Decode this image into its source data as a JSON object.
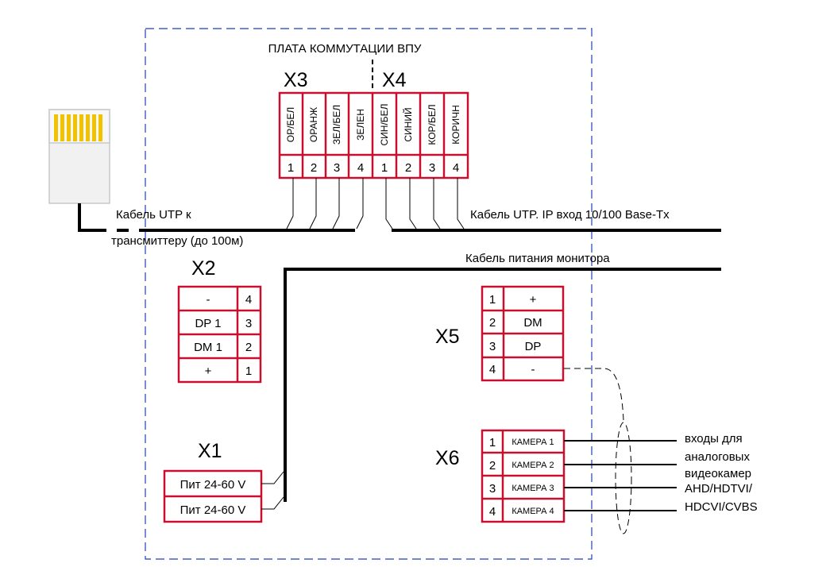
{
  "board_title": "ПЛАТА КОММУТАЦИИ ВПУ",
  "x3": {
    "title": "X3",
    "wires": [
      "ОР/БЕЛ",
      "ОРАНЖ",
      "ЗЕЛ/БЕЛ",
      "ЗЕЛЕН"
    ],
    "pins": [
      "1",
      "2",
      "3",
      "4"
    ]
  },
  "x4": {
    "title": "X4",
    "wires": [
      "СИН/БЕЛ",
      "СИНИЙ",
      "КОР/БЕЛ",
      "КОРИЧН"
    ],
    "pins": [
      "1",
      "2",
      "3",
      "4"
    ]
  },
  "cables": {
    "left_line1": "Кабель UTP к",
    "left_line2": "трансмиттеру (до 100м)",
    "right": "Кабель UTP. IP вход 10/100 Base-Tx",
    "power": "Кабель питания монитора"
  },
  "x2": {
    "title": "X2",
    "rows": [
      {
        "signal": "-",
        "pin": "4"
      },
      {
        "signal": "DP 1",
        "pin": "3"
      },
      {
        "signal": "DM 1",
        "pin": "2"
      },
      {
        "signal": "+",
        "pin": "1"
      }
    ]
  },
  "x1": {
    "title": "X1",
    "rows": [
      "Пит 24-60 V",
      "Пит 24-60 V"
    ]
  },
  "x5": {
    "title": "X5",
    "rows": [
      {
        "pin": "1",
        "signal": "+"
      },
      {
        "pin": "2",
        "signal": "DM"
      },
      {
        "pin": "3",
        "signal": "DP"
      },
      {
        "pin": "4",
        "signal": "-"
      }
    ]
  },
  "x6": {
    "title": "X6",
    "rows": [
      {
        "pin": "1",
        "signal": "КАМЕРА 1"
      },
      {
        "pin": "2",
        "signal": "КАМЕРА 2"
      },
      {
        "pin": "3",
        "signal": "КАМЕРА 3"
      },
      {
        "pin": "4",
        "signal": "КАМЕРА 4"
      }
    ]
  },
  "camera_inputs": [
    "входы для",
    "аналоговых",
    "видеокамер",
    "AHD/HDTVI/",
    "HDCVI/CVBS"
  ],
  "colors": {
    "connector_border": "#c8102e",
    "board_border": "#1f3fbf",
    "rj45_gold": "#f2c200",
    "wire": "#000000"
  }
}
